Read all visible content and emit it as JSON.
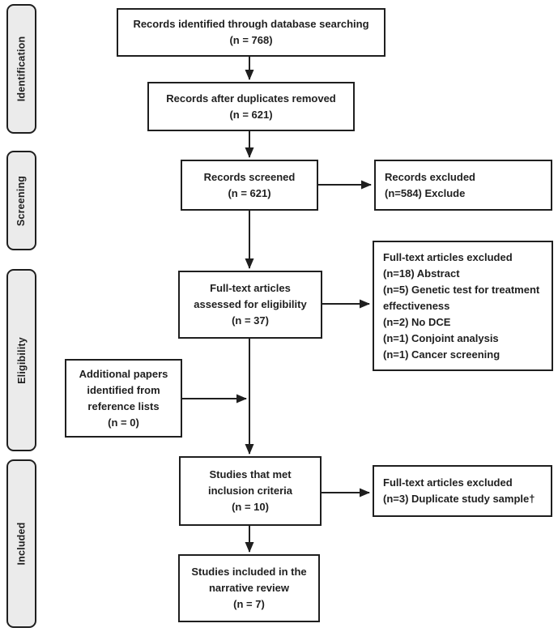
{
  "figure": {
    "background": "#ffffff",
    "line_color": "#1f1f1f",
    "stage_fill": "#ebebeb"
  },
  "stages": [
    {
      "id": "identification",
      "label": "Identification"
    },
    {
      "id": "screening",
      "label": "Screening"
    },
    {
      "id": "eligibility",
      "label": "Eligibility"
    },
    {
      "id": "included",
      "label": "Included"
    }
  ],
  "boxes": {
    "records_identified": {
      "lines": [
        "Records identified through database searching",
        "(n = 768)"
      ]
    },
    "records_duplicates": {
      "lines": [
        "Records after duplicates removed",
        "(n = 621)"
      ]
    },
    "records_screened": {
      "lines": [
        "Records screened",
        "(n = 621)"
      ]
    },
    "records_excluded": {
      "lines": [
        "Records excluded",
        "(n=584) Exclude"
      ]
    },
    "fulltext_assessed": {
      "lines": [
        "Full-text articles",
        "assessed for eligibility",
        "(n = 37)"
      ]
    },
    "fulltext_excluded": {
      "lines": [
        "Full-text articles excluded",
        "(n=18) Abstract",
        "(n=5) Genetic test for treatment",
        "effectiveness",
        "(n=2) No DCE",
        "(n=1) Conjoint analysis",
        "(n=1) Cancer screening"
      ]
    },
    "additional_papers": {
      "lines": [
        "Additional papers",
        "identified from",
        "reference lists",
        "(n = 0)"
      ]
    },
    "studies_met": {
      "lines": [
        "Studies that met",
        "inclusion criteria",
        "(n = 10)"
      ]
    },
    "fulltext_excluded_dup": {
      "lines": [
        "Full-text articles excluded",
        "(n=3) Duplicate study sample†"
      ]
    },
    "studies_included": {
      "lines": [
        "Studies included in the",
        "narrative review",
        "(n = 7)"
      ]
    }
  }
}
